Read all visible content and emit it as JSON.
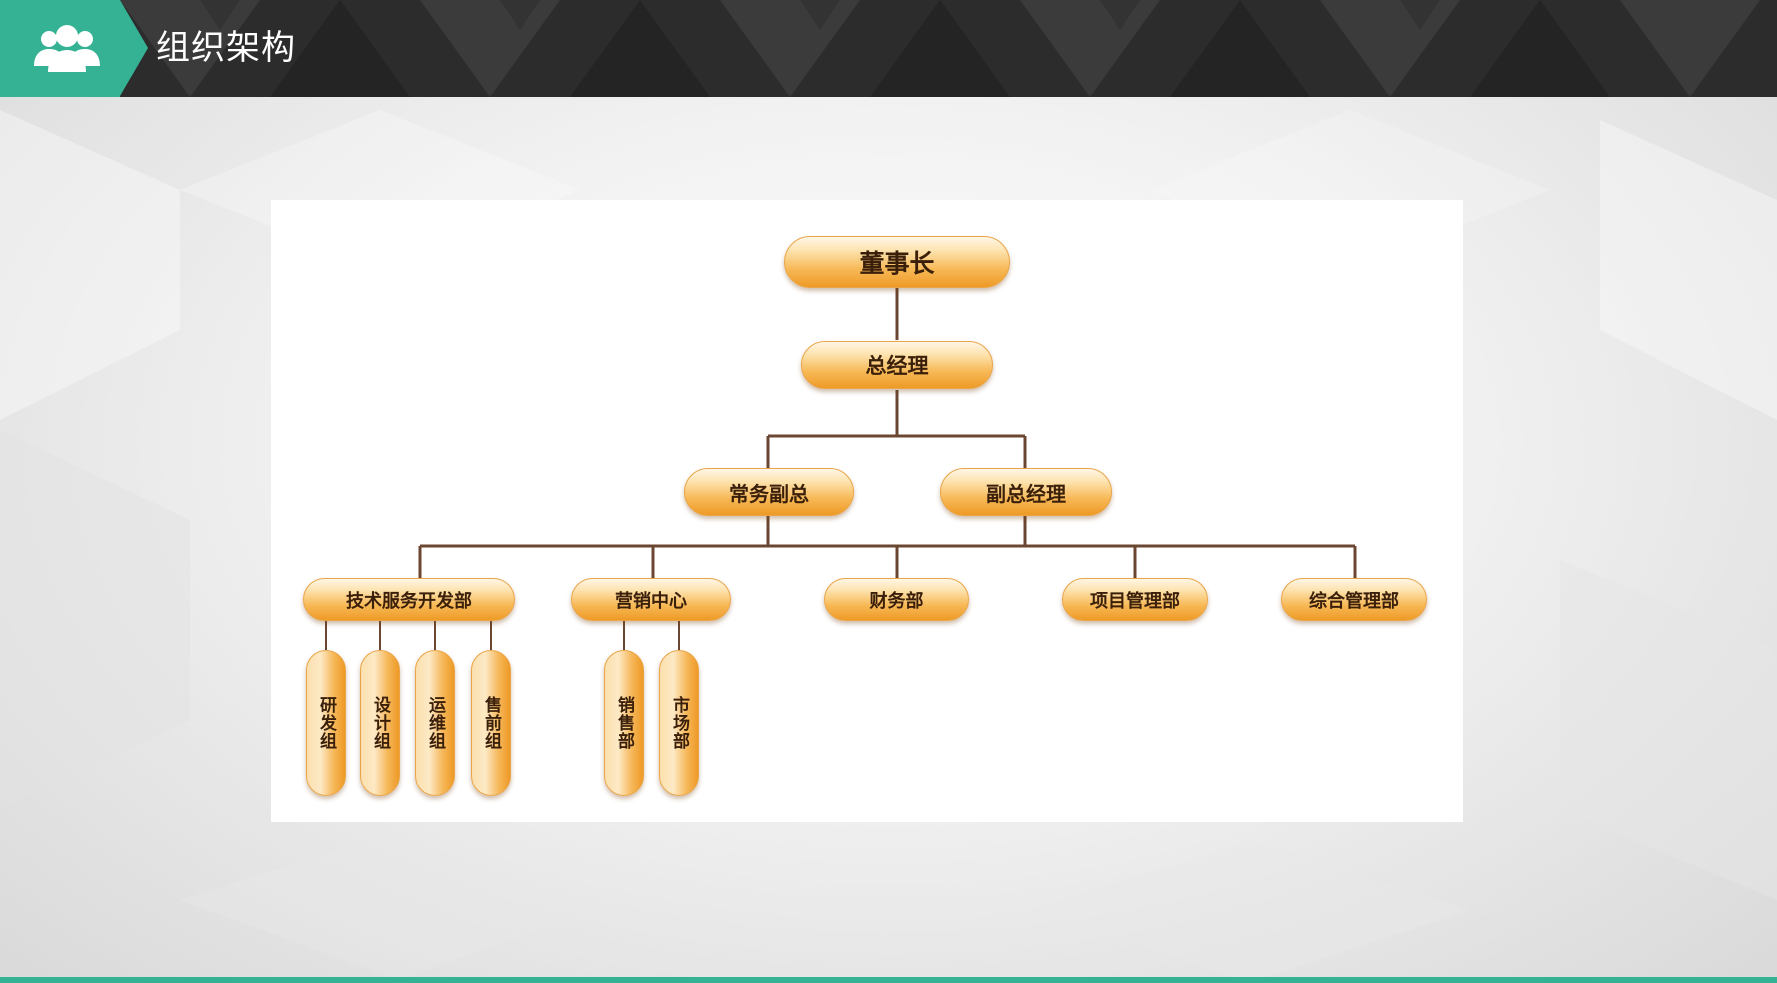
{
  "header": {
    "title": "组织架构",
    "badge_icon": "people-icon"
  },
  "colors": {
    "accent": "#35b293",
    "header_bg": "#2c2c2c",
    "node_orange": "#f0a030",
    "connector": "#6b4630"
  },
  "org_chart": {
    "root": "董事长",
    "general_manager": "总经理",
    "executive_vp": "常务副总",
    "deputy_gm": "副总经理",
    "departments": [
      {
        "name": "技术服务开发部",
        "teams": [
          "研发组",
          "设计组",
          "运维组",
          "售前组"
        ]
      },
      {
        "name": "营销中心",
        "teams": [
          "销售部",
          "市场部"
        ]
      },
      {
        "name": "财务部",
        "teams": []
      },
      {
        "name": "项目管理部",
        "teams": []
      },
      {
        "name": "综合管理部",
        "teams": []
      }
    ]
  }
}
